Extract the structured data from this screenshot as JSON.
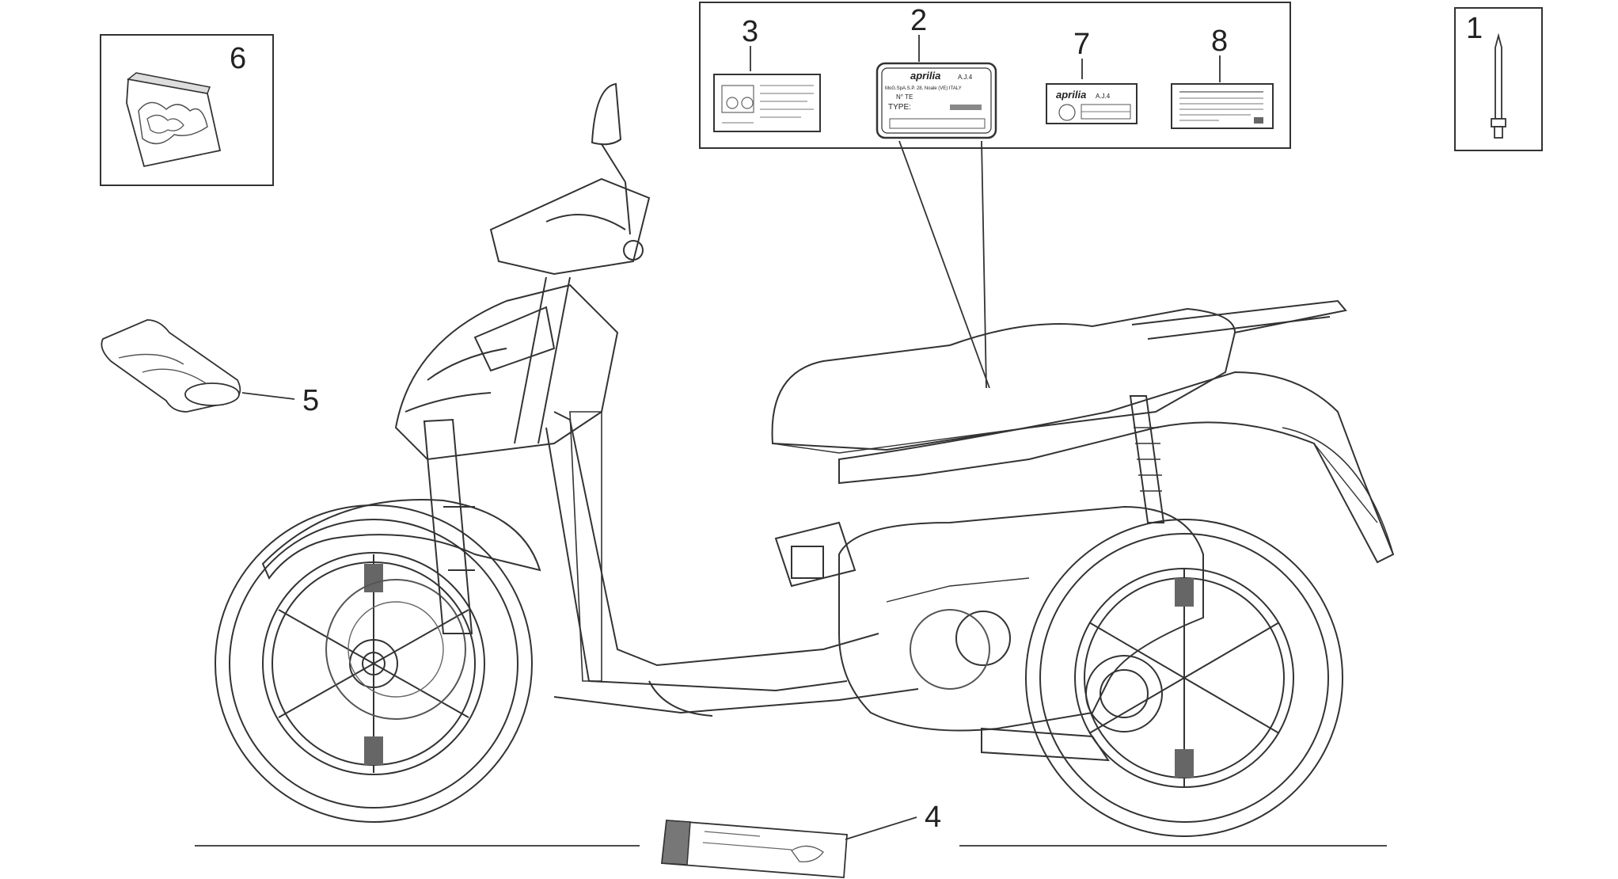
{
  "callouts": {
    "c1": "1",
    "c2": "2",
    "c3": "3",
    "c4": "4",
    "c5": "5",
    "c6": "6",
    "c7": "7",
    "c8": "8"
  },
  "labels": {
    "plate_brand": "aprilia",
    "plate_code": "A.J.4",
    "plate_mfr": "MoG.SpA.S.P. 28, Noale (VE) ITALY",
    "plate_type": "TYPE:",
    "plate_field": "N° TE",
    "label7_brand": "aprilia",
    "label7_code": "A.J.4"
  },
  "colors": {
    "line": "#333333",
    "light_line": "#777777",
    "background": "#ffffff"
  }
}
